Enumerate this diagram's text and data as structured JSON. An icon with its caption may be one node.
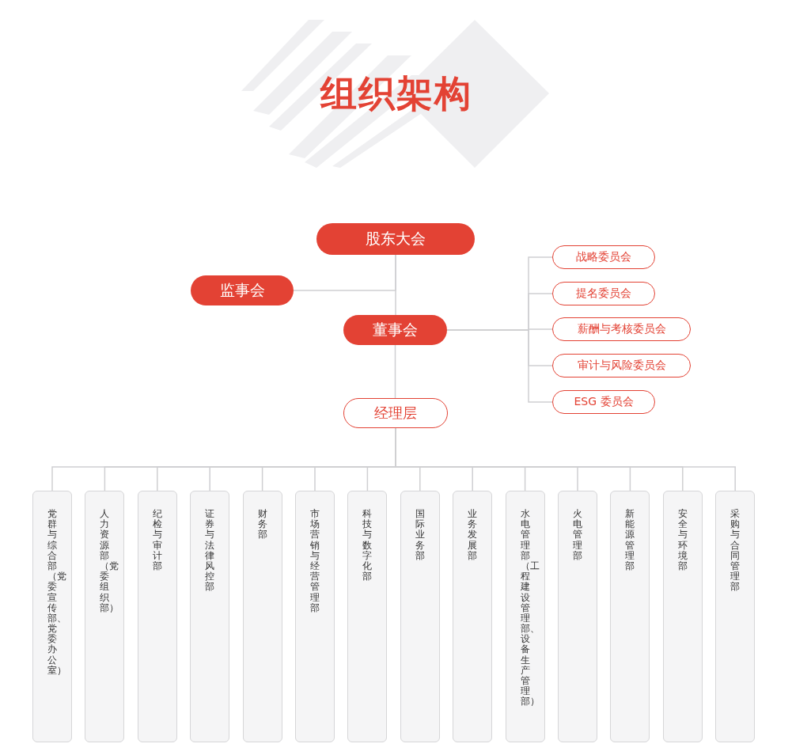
{
  "diagram": {
    "title": "组织架构",
    "nodes": [
      {
        "text": [
          "股东大会"
        ]
      },
      {
        "text": [
          "监事会"
        ]
      },
      {
        "text": [
          "董事会"
        ]
      },
      {
        "text": [
          "战略委员会"
        ]
      },
      {
        "text": [
          "提名委员会"
        ]
      },
      {
        "text": [
          "薪酬与考核委员会"
        ]
      },
      {
        "text": [
          "审计与风险委员会"
        ]
      },
      {
        "text": [
          "ESG 委员会"
        ]
      },
      {
        "text": [
          "经理层"
        ]
      },
      {
        "text": [
          "党群与综合部（党委宣传部、党委办公室）"
        ]
      },
      {
        "text": [
          "人力资源部（党委组织部）"
        ]
      },
      {
        "text": [
          "纪检与审计部"
        ]
      },
      {
        "text": [
          "证券与法律风控部"
        ]
      },
      {
        "text": [
          "财务部"
        ]
      },
      {
        "text": [
          "市场营销与经营管理部"
        ]
      },
      {
        "text": [
          "科技与数字化部"
        ]
      },
      {
        "text": [
          "国际业务部"
        ]
      },
      {
        "text": [
          "业务发展部"
        ]
      },
      {
        "text": [
          "水电管理部（工程建设管理部、设备生产管理部）"
        ]
      },
      {
        "text": [
          "火电管理部"
        ]
      },
      {
        "text": [
          "新能源管理部"
        ]
      },
      {
        "text": [
          "安全与环境部"
        ]
      },
      {
        "text": [
          "采购与合同管理部"
        ]
      }
    ],
    "edges": [
      {
        "from": 0,
        "to": 2,
        "arrow": "none"
      },
      {
        "from": 0,
        "to": 1,
        "arrow": "none"
      },
      {
        "from": 2,
        "to": 3,
        "arrow": "none"
      },
      {
        "from": 2,
        "to": 4,
        "arrow": "none"
      },
      {
        "from": 2,
        "to": 5,
        "arrow": "none"
      },
      {
        "from": 2,
        "to": 6,
        "arrow": "none"
      },
      {
        "from": 2,
        "to": 7,
        "arrow": "none"
      },
      {
        "from": 2,
        "to": 8,
        "arrow": "none"
      },
      {
        "from": 8,
        "to": 9,
        "arrow": "none"
      },
      {
        "from": 8,
        "to": 10,
        "arrow": "none"
      },
      {
        "from": 8,
        "to": 11,
        "arrow": "none"
      },
      {
        "from": 8,
        "to": 12,
        "arrow": "none"
      },
      {
        "from": 8,
        "to": 13,
        "arrow": "none"
      },
      {
        "from": 8,
        "to": 14,
        "arrow": "none"
      },
      {
        "from": 8,
        "to": 15,
        "arrow": "none"
      },
      {
        "from": 8,
        "to": 16,
        "arrow": "none"
      },
      {
        "from": 8,
        "to": 17,
        "arrow": "none"
      },
      {
        "from": 8,
        "to": 18,
        "arrow": "none"
      },
      {
        "from": 8,
        "to": 19,
        "arrow": "none"
      },
      {
        "from": 8,
        "to": 20,
        "arrow": "none"
      },
      {
        "from": 8,
        "to": 21,
        "arrow": "none"
      },
      {
        "from": 8,
        "to": 22,
        "arrow": "none"
      }
    ]
  }
}
